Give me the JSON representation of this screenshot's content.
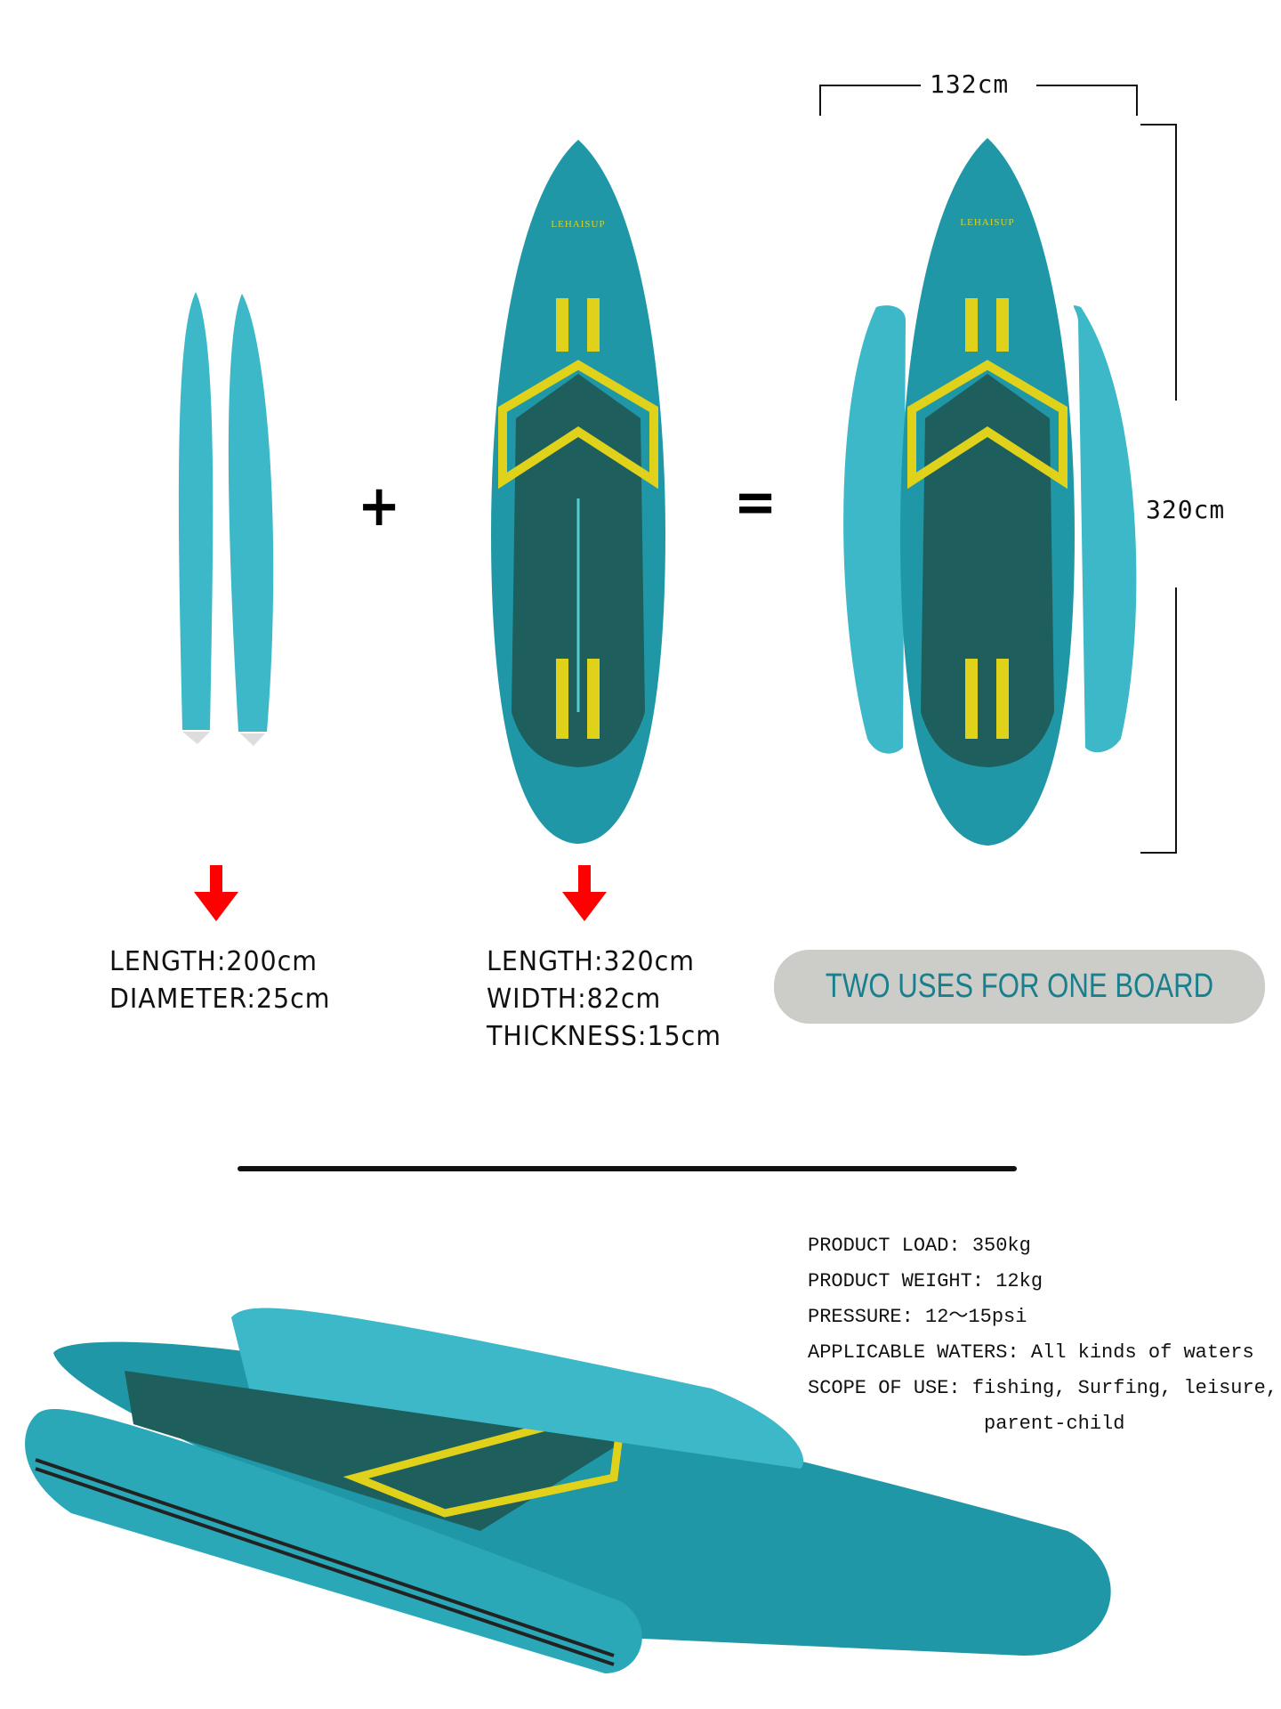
{
  "dimensions": {
    "width_label": "132cm",
    "length_label": "320cm"
  },
  "operators": {
    "plus": "+",
    "equals": "="
  },
  "floats_specs": [
    "LENGTH:200cm",
    "DIAMETER:25cm"
  ],
  "board_specs": [
    "LENGTH:320cm",
    "WIDTH:82cm",
    "THICKNESS:15cm"
  ],
  "tagline": "TWO USES FOR ONE BOARD",
  "brand": "LEHAISUP",
  "product_specs": [
    "PRODUCT LOAD: 350kg",
    "PRODUCT WEIGHT: 12kg",
    "PRESSURE: 12～15psi",
    "APPLICABLE WATERS: All kinds of waters",
    "SCOPE OF USE: fishing, Surfing, leisure,",
    "               parent-child"
  ],
  "colors": {
    "board": "#1f97a6",
    "deck": "#1e5e5c",
    "accent": "#e0d21a",
    "float": "#3cb8c8",
    "arrow": "#ff0000",
    "pill": "#cccdc8",
    "tagline": "#1a7f8c"
  }
}
